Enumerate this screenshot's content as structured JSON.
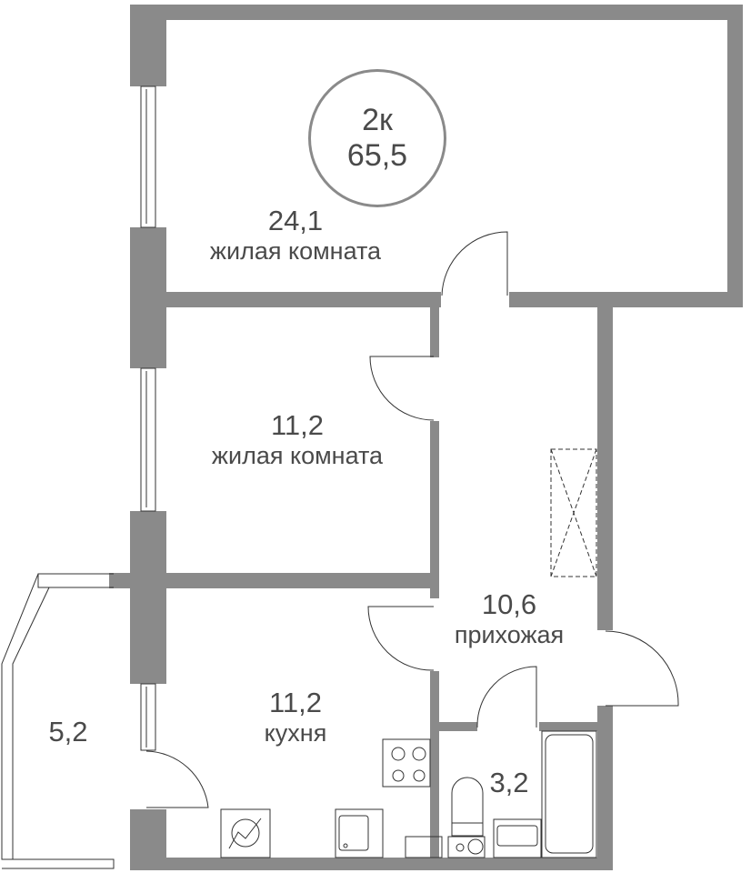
{
  "plan": {
    "type": "apartment-floor-plan",
    "colors": {
      "wall": "#8a8a8a",
      "text": "#4a4a4a",
      "line": "#333333",
      "background": "#ffffff"
    }
  },
  "badge": {
    "rooms": "2к",
    "total_area": "65,5"
  },
  "rooms": [
    {
      "id": "living-room-1",
      "area": "24,1",
      "name": "жилая комната"
    },
    {
      "id": "living-room-2",
      "area": "11,2",
      "name": "жилая комната"
    },
    {
      "id": "hallway",
      "area": "10,6",
      "name": "прихожая"
    },
    {
      "id": "kitchen",
      "area": "11,2",
      "name": "кухня"
    },
    {
      "id": "bathroom",
      "area": "3,2",
      "name": ""
    },
    {
      "id": "balcony",
      "area": "5,2",
      "name": ""
    }
  ],
  "fixtures": [
    "stove",
    "sink",
    "washing-machine",
    "boiler",
    "toilet",
    "bathroom-sink",
    "bathtub",
    "wardrobe"
  ]
}
